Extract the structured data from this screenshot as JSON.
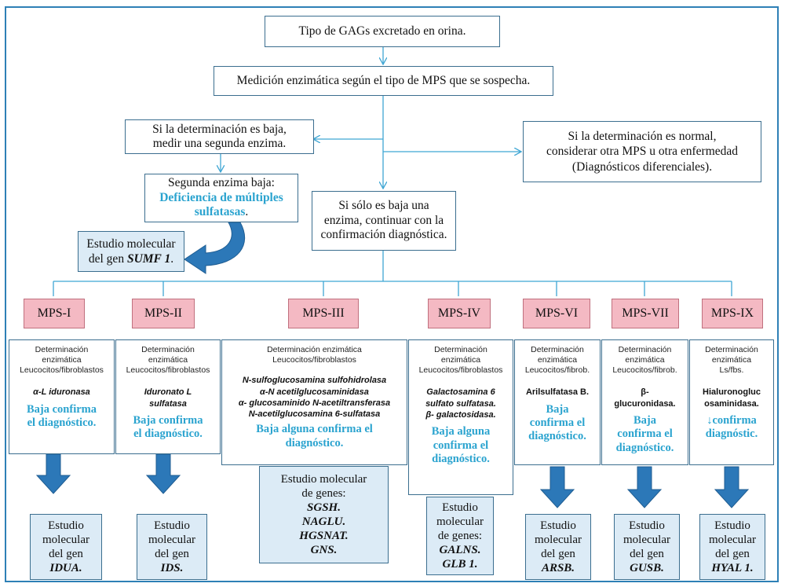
{
  "top": {
    "gags": "Tipo de GAGs excretado en orina.",
    "medicion": "Medición enzimática según el tipo de MPS que se sospecha."
  },
  "left": {
    "baja_line1": "Si la determinación es baja,",
    "baja_line2": "medir una segunda enzima.",
    "segunda": "Segunda enzima baja:",
    "deficiencia_line1": "Deficiencia de múltiples",
    "deficiencia_line2": "sulfatasas",
    "deficiencia_dot": ".",
    "sumf_line1": "Estudio molecular",
    "sumf_prefix": "del gen ",
    "sumf_gene": "SUMF 1",
    "sumf_dot": "."
  },
  "right": {
    "normal_line1": "Si la determinación es normal,",
    "normal_line2": "considerar otra MPS u otra enfermedad",
    "normal_line3": "(Diagnósticos diferenciales)."
  },
  "center": {
    "line1": "Si sólo es baja una",
    "line2": "enzima, continuar con la",
    "line3": "confirmación diagnóstica."
  },
  "mps": [
    {
      "label": "MPS-I",
      "det": [
        "Determinación",
        "enzimática",
        "Leucocitos/fibroblastos"
      ],
      "enzymes": [
        "α-L iduronasa"
      ],
      "confirm": [
        "Baja confirma",
        "el diagnóstico."
      ],
      "mol": [
        "Estudio",
        "molecular",
        "del gen"
      ],
      "genes": [
        "IDUA."
      ]
    },
    {
      "label": "MPS-II",
      "det": [
        "Determinación",
        "enzimática",
        "Leucocitos/fibroblastos"
      ],
      "enzymes": [
        "Iduronato L",
        "sulfatasa"
      ],
      "confirm": [
        "Baja confirma",
        "el diagnóstico."
      ],
      "mol": [
        "Estudio",
        "molecular",
        "del gen"
      ],
      "genes": [
        "IDS."
      ]
    },
    {
      "label": "MPS-III",
      "det": [
        "Determinación enzimática",
        "Leucocitos/fibroblastos"
      ],
      "enzymes": [
        "N-sulfoglucosamina sulfohidrolasa",
        "α-N acetilglucosaminidasa",
        "α- glucosaminido N-acetiltransferasa",
        "N-acetilglucosamina 6-sulfatasa"
      ],
      "confirm": [
        "Baja alguna confirma el",
        "diagnóstico."
      ],
      "mol": [
        "Estudio molecular",
        "de genes:"
      ],
      "genes": [
        "SGSH.",
        "NAGLU.",
        "HGSNAT.",
        "GNS."
      ]
    },
    {
      "label": "MPS-IV",
      "det": [
        "Determinación",
        "enzimática",
        "Leucocitos/fibroblastos"
      ],
      "enzymes": [
        "Galactosamina 6",
        "sulfato sulfatasa.",
        "β- galactosidasa."
      ],
      "confirm": [
        "Baja alguna",
        "confirma el",
        "diagnóstico."
      ],
      "mol": [
        "Estudio",
        "molecular",
        "de genes:"
      ],
      "genes": [
        "GALNS.",
        "GLB 1."
      ]
    },
    {
      "label": "MPS-VI",
      "det": [
        "Determinación",
        "enzimática",
        "Leucocitos/fibrob."
      ],
      "enzymes": [
        "Arilsulfatasa B."
      ],
      "confirm": [
        "Baja",
        "confirma el",
        "diagnóstico."
      ],
      "mol": [
        "Estudio",
        "molecular",
        "del gen"
      ],
      "genes": [
        "ARSB."
      ]
    },
    {
      "label": "MPS-VII",
      "det": [
        "Determinación",
        "enzimática",
        "Leucocitos/fibrob."
      ],
      "enzymes": [
        "β-",
        "glucuronidasa."
      ],
      "confirm": [
        "Baja",
        "confirma el",
        "diagnóstico."
      ],
      "mol": [
        "Estudio",
        "molecular",
        "del gen"
      ],
      "genes": [
        "GUSB."
      ]
    },
    {
      "label": "MPS-IX",
      "det": [
        "Determinación",
        "enzimática",
        "Ls/fbs."
      ],
      "enzymes": [
        "Hialuronogluc",
        "osaminidasa."
      ],
      "confirm": [
        "↓confirma",
        "diagnóstic."
      ],
      "mol": [
        "Estudio",
        "molecular",
        "del gen"
      ],
      "genes": [
        "HYAL 1."
      ]
    }
  ]
}
